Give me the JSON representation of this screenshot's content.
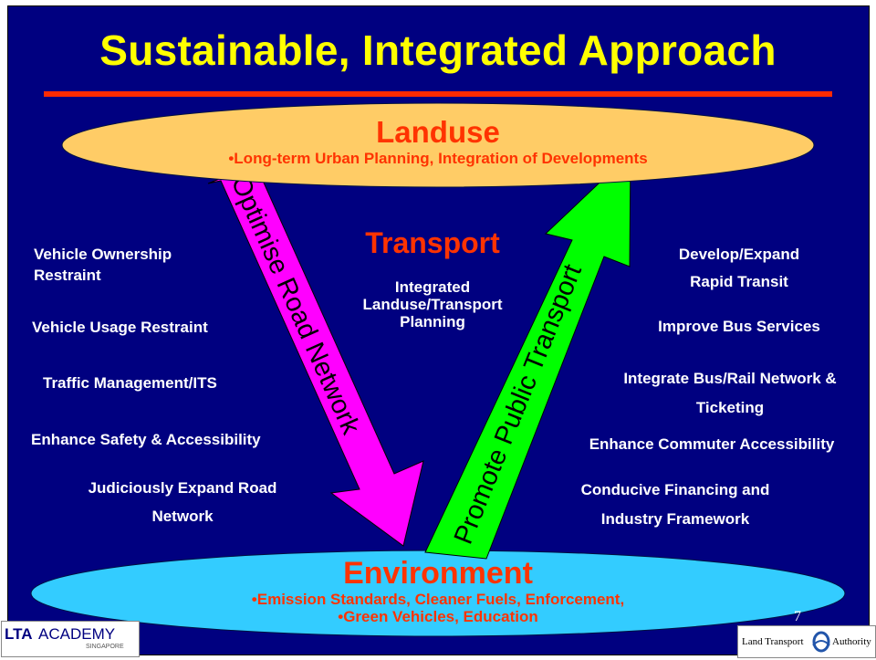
{
  "title": "Sustainable, Integrated Approach",
  "landuse": {
    "heading": "Landuse",
    "sub": "•Long-term Urban Planning, Integration of Developments"
  },
  "transport": {
    "heading": "Transport",
    "center": [
      "Integrated",
      "Landuse/Transport",
      "Planning"
    ]
  },
  "arrows": {
    "left": "Optimise Road Network",
    "right": "Promote Public Transport"
  },
  "left_measures": [
    [
      "Vehicle Ownership",
      "Restraint"
    ],
    [
      "Vehicle Usage Restraint"
    ],
    [
      "Traffic Management/ITS"
    ],
    [
      "Enhance Safety & Accessibility"
    ],
    [
      "Judiciously Expand Road",
      "Network"
    ]
  ],
  "right_measures": [
    [
      "Develop/Expand",
      "Rapid Transit"
    ],
    [
      "Improve Bus Services"
    ],
    [
      "Integrate Bus/Rail Network &",
      "Ticketing"
    ],
    [
      "Enhance Commuter Accessibility"
    ],
    [
      "Conducive Financing and",
      "Industry Framework"
    ]
  ],
  "environment": {
    "heading": "Environment",
    "sub1": "•Emission Standards, Cleaner Fuels, Enforcement,",
    "sub2": "•Green Vehicles, Education"
  },
  "page_number": "7",
  "logos": {
    "left_bold": "LTA",
    "left_regular": "ACADEMY",
    "left_small": "SINGAPORE",
    "right_part1": "Land Transport",
    "right_part2": "Authority"
  },
  "colors": {
    "background": "#000080",
    "title": "#ffff00",
    "heading": "#ff3300",
    "landuse_ellipse": "#ffcc66",
    "environment_ellipse": "#33ccff",
    "left_arrow": "#ff00ff",
    "right_arrow": "#00ff00"
  }
}
